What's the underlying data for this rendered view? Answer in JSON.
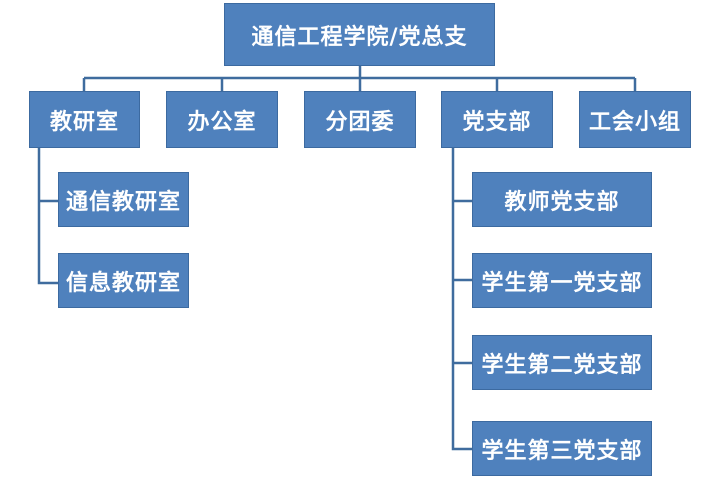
{
  "org_chart": {
    "root": {
      "label": "通信工程学院/党总支"
    },
    "departments": [
      {
        "label": "教研室"
      },
      {
        "label": "办公室"
      },
      {
        "label": "分团委"
      },
      {
        "label": "党支部"
      },
      {
        "label": "工会小组"
      }
    ],
    "teaching_children": [
      {
        "label": "通信教研室"
      },
      {
        "label": "信息教研室"
      }
    ],
    "party_children": [
      {
        "label": "教师党支部"
      },
      {
        "label": "学生第一党支部"
      },
      {
        "label": "学生第二党支部"
      },
      {
        "label": "学生第三党支部"
      }
    ]
  },
  "colors": {
    "node_fill": "#4f81bd",
    "node_text": "#ffffff",
    "connector": "#3f6c9e"
  }
}
